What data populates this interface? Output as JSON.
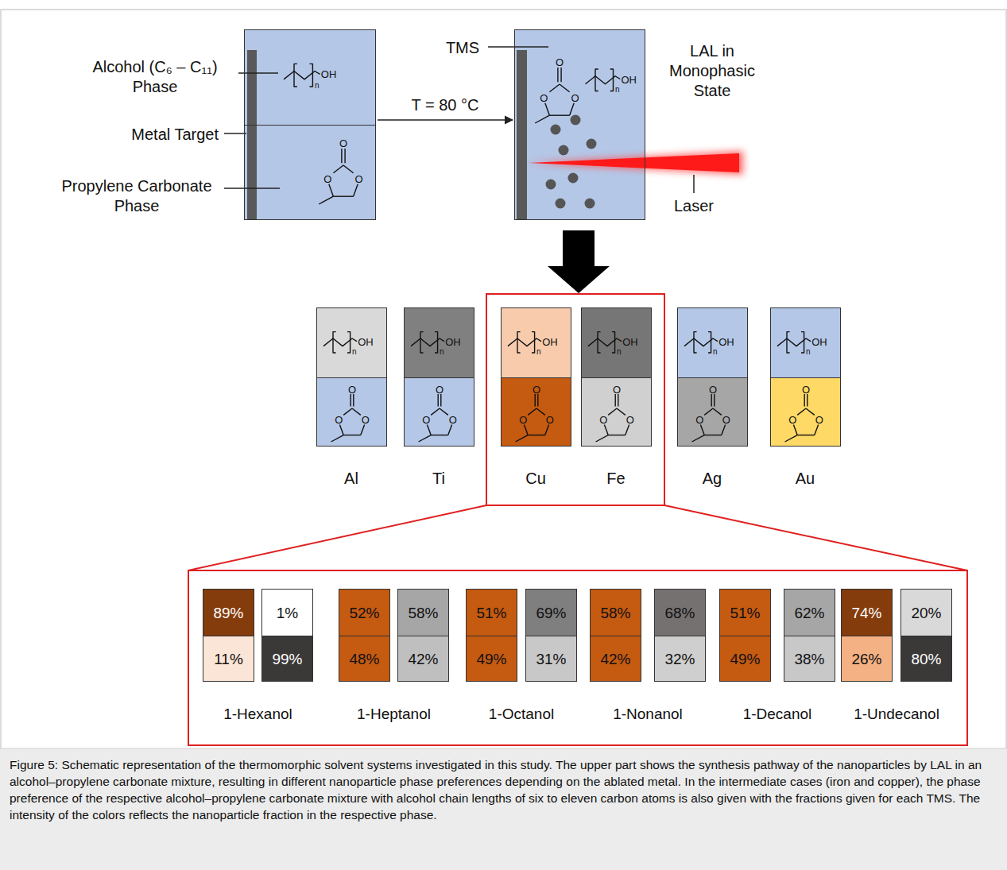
{
  "diagram": {
    "caption": "Figure 5: Schematic representation of the thermomorphic solvent systems investigated in this study. The upper part shows the synthesis pathway of the nanoparticles by LAL in an alcohol–propylene carbonate mixture, resulting in different nanoparticle phase preferences depending on the ablated metal. In the intermediate cases (iron and copper), the phase preference of the respective alcohol–propylene carbonate mixture with alcohol chain lengths of six to eleven carbon atoms is also given with the fractions given for each TMS. The intensity of the colors reflects the nanoparticle fraction in the respective phase.",
    "nodes": [
      {
        "text": [
          "n",
          "OH"
        ]
      },
      {
        "text": [
          "O",
          "O",
          "O"
        ]
      },
      {
        "text": [
          "O",
          "O",
          "O",
          "n",
          "OH"
        ]
      },
      {
        "text": [
          "Al"
        ]
      },
      {
        "text": [
          "n",
          "OH"
        ],
        "in": 3
      },
      {
        "text": [
          "O",
          "O",
          "O"
        ],
        "in": 3
      },
      {
        "text": [
          "Ti"
        ]
      },
      {
        "text": [
          "n",
          "OH"
        ],
        "in": 6
      },
      {
        "text": [
          "O",
          "O",
          "O"
        ],
        "in": 6
      },
      {
        "text": [
          "Cu"
        ]
      },
      {
        "text": [
          "n",
          "OH"
        ],
        "in": 9
      },
      {
        "text": [
          "O",
          "O",
          "O"
        ],
        "in": 9
      },
      {
        "text": [
          "Fe"
        ]
      },
      {
        "text": [
          "n",
          "OH"
        ],
        "in": 12
      },
      {
        "text": [
          "O",
          "O",
          "O"
        ],
        "in": 12
      },
      {
        "text": [
          "Ag"
        ]
      },
      {
        "text": [
          "n",
          "OH"
        ],
        "in": 15
      },
      {
        "text": [
          "O",
          "O",
          "O"
        ],
        "in": 15
      },
      {
        "text": [
          "Au"
        ]
      },
      {
        "text": [
          "n",
          "OH"
        ],
        "in": 18
      },
      {
        "text": [
          "O",
          "O",
          "O"
        ],
        "in": 18
      },
      {
        "text": [
          "89%"
        ]
      },
      {
        "text": [
          "1%"
        ]
      },
      {
        "text": [
          "11%"
        ]
      },
      {
        "text": [
          "99%"
        ]
      },
      {
        "text": [
          "52%"
        ]
      },
      {
        "text": [
          "58%"
        ]
      },
      {
        "text": [
          "48%"
        ]
      },
      {
        "text": [
          "42%"
        ]
      },
      {
        "text": [
          "51%"
        ]
      },
      {
        "text": [
          "69%"
        ]
      },
      {
        "text": [
          "49%"
        ]
      },
      {
        "text": [
          "31%"
        ]
      },
      {
        "text": [
          "58%"
        ]
      },
      {
        "text": [
          "68%"
        ]
      },
      {
        "text": [
          "42%"
        ]
      },
      {
        "text": [
          "32%"
        ]
      },
      {
        "text": [
          "51%"
        ]
      },
      {
        "text": [
          "62%"
        ]
      },
      {
        "text": [
          "49%"
        ]
      },
      {
        "text": [
          "38%"
        ]
      },
      {
        "text": [
          "74%"
        ]
      },
      {
        "text": [
          "20%"
        ]
      },
      {
        "text": [
          "26%"
        ]
      },
      {
        "text": [
          "80%"
        ]
      }
    ],
    "edges": [
      {
        "from": 0,
        "to": 2,
        "arrow": "to",
        "label": "T = 80 °C"
      }
    ],
    "labels": [
      "Alcohol (C₆ – C₁₁) Phase",
      "Metal Target",
      "Propylene Carbonate Phase",
      "TMS",
      "LAL in Monophasic State",
      "Laser",
      "1-Hexanol",
      "1-Heptanol",
      "1-Octanol",
      "1-Nonanol",
      "1-Decanol",
      "1-Undecanol"
    ]
  }
}
